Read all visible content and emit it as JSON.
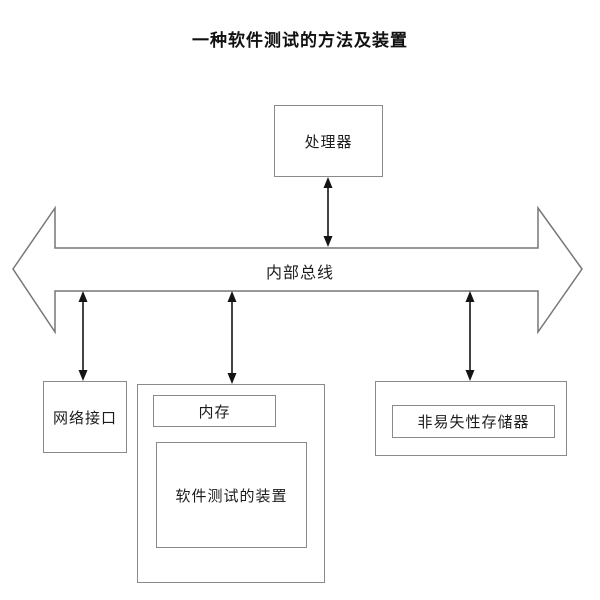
{
  "title": "一种软件测试的方法及装置",
  "nodes": {
    "processor": "处理器",
    "bus": "内部总线",
    "network_interface": "网络接口",
    "memory": "内存",
    "software_testing_device": "软件测试的装置",
    "nonvolatile_memory": "非易失性存储器"
  },
  "colors": {
    "background": "#ffffff",
    "box_border": "#8a8a8a",
    "bus_outline": "#777777",
    "arrow": "#141414",
    "text": "#1c1c1c"
  }
}
